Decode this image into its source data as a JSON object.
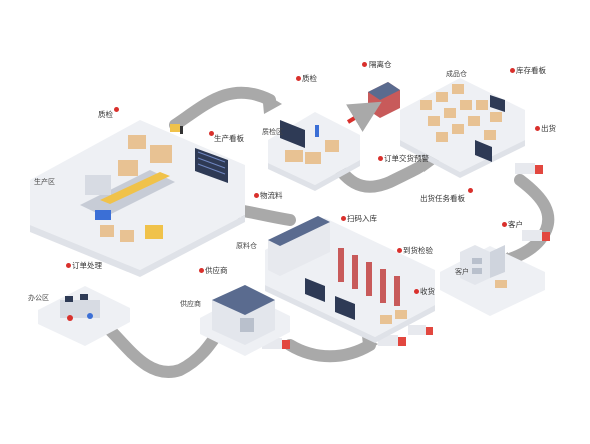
{
  "labels": {
    "quality_check_1": "质检",
    "production_board": "生产看板",
    "production_zone": "生产区",
    "quality_check_2": "质检",
    "testing_zone": "质检区",
    "quarantine_warehouse": "隔离仓",
    "finished_goods_zone": "成品仓",
    "inventory_board": "库存看板",
    "order_delivery_alert": "订单交货预警",
    "shipping": "出货",
    "dispatch_task_board": "出货任务看板",
    "customer": "客户",
    "customer_zone": "客户",
    "material_picking": "物流料",
    "material_warehouse": "原料仓",
    "shelving_storage": "扫码入库",
    "arrival_inspection": "到货检验",
    "receiving": "收货",
    "order_processing": "订单处理",
    "office_zone": "办公区",
    "supplier": "供应商",
    "supplier_zone": "供应商"
  },
  "colors": {
    "road": "#a9a9a9",
    "platform": "#eef0f4",
    "accent_red": "#d9302c",
    "truck_cab": "#e2473f",
    "box": "#e8c293",
    "screen": "#2e3a55",
    "building_roof": "#5a6b8f"
  },
  "icons": [
    "map-pin-icon",
    "truck-icon",
    "forklift-icon",
    "arrow-right-icon"
  ]
}
